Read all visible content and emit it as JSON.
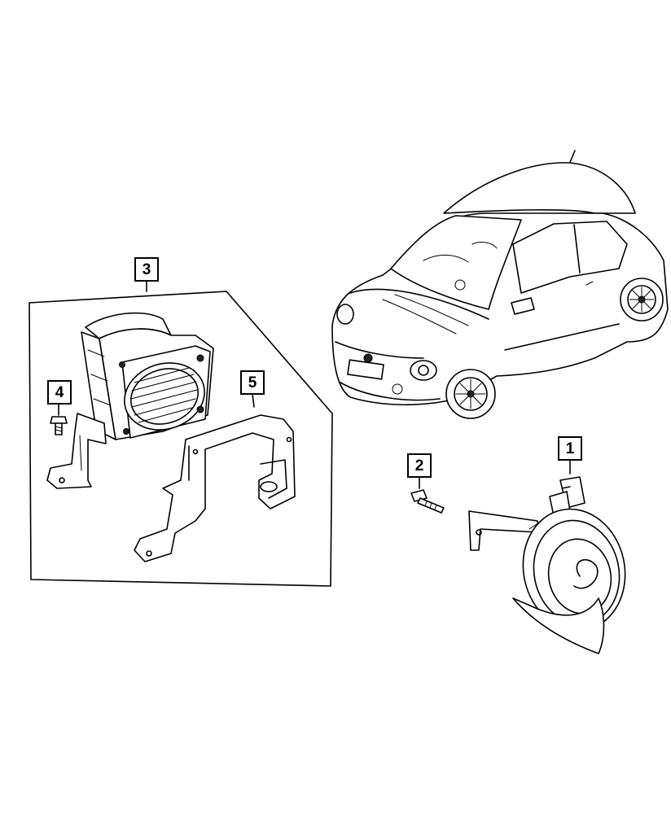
{
  "callouts": [
    {
      "id": "callout-1",
      "label": "1"
    },
    {
      "id": "callout-2",
      "label": "2"
    },
    {
      "id": "callout-3",
      "label": "3"
    },
    {
      "id": "callout-4",
      "label": "4"
    },
    {
      "id": "callout-5",
      "label": "5"
    }
  ],
  "colors": {
    "line": "#000000",
    "background": "#ffffff"
  }
}
